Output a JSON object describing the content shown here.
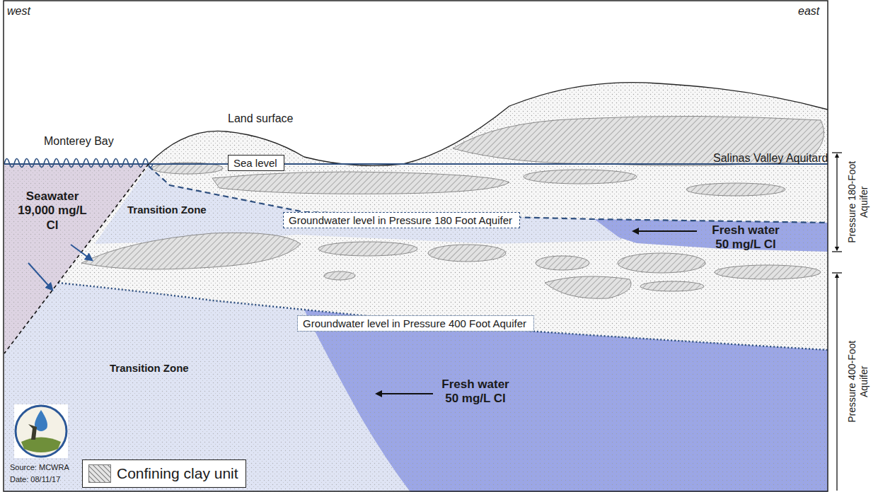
{
  "diagram": {
    "nodes": [
      {
        "text": [
          "Sea level"
        ]
      },
      {
        "text": [
          "Groundwater level in Pressure 180 Foot Aquifer"
        ]
      },
      {
        "text": [
          "Groundwater level in Pressure 400 Foot Aquifer"
        ]
      }
    ],
    "labels": [
      "west",
      "east",
      "Monterey Bay",
      "Land surface",
      "Salinas Valley Aquitard",
      "Seawater 19,000 mg/L Cl",
      "Transition Zone",
      "Fresh water 50 mg/L Cl",
      "Transition Zone",
      "Fresh water 50 mg/L Cl",
      "Pressure 180-Foot Aquifer",
      "Pressure 400-Foot Aquifer",
      "Source: MCWRA",
      "Date: 08/11/17"
    ],
    "legend": [
      {
        "text": "Confining clay unit"
      }
    ]
  }
}
